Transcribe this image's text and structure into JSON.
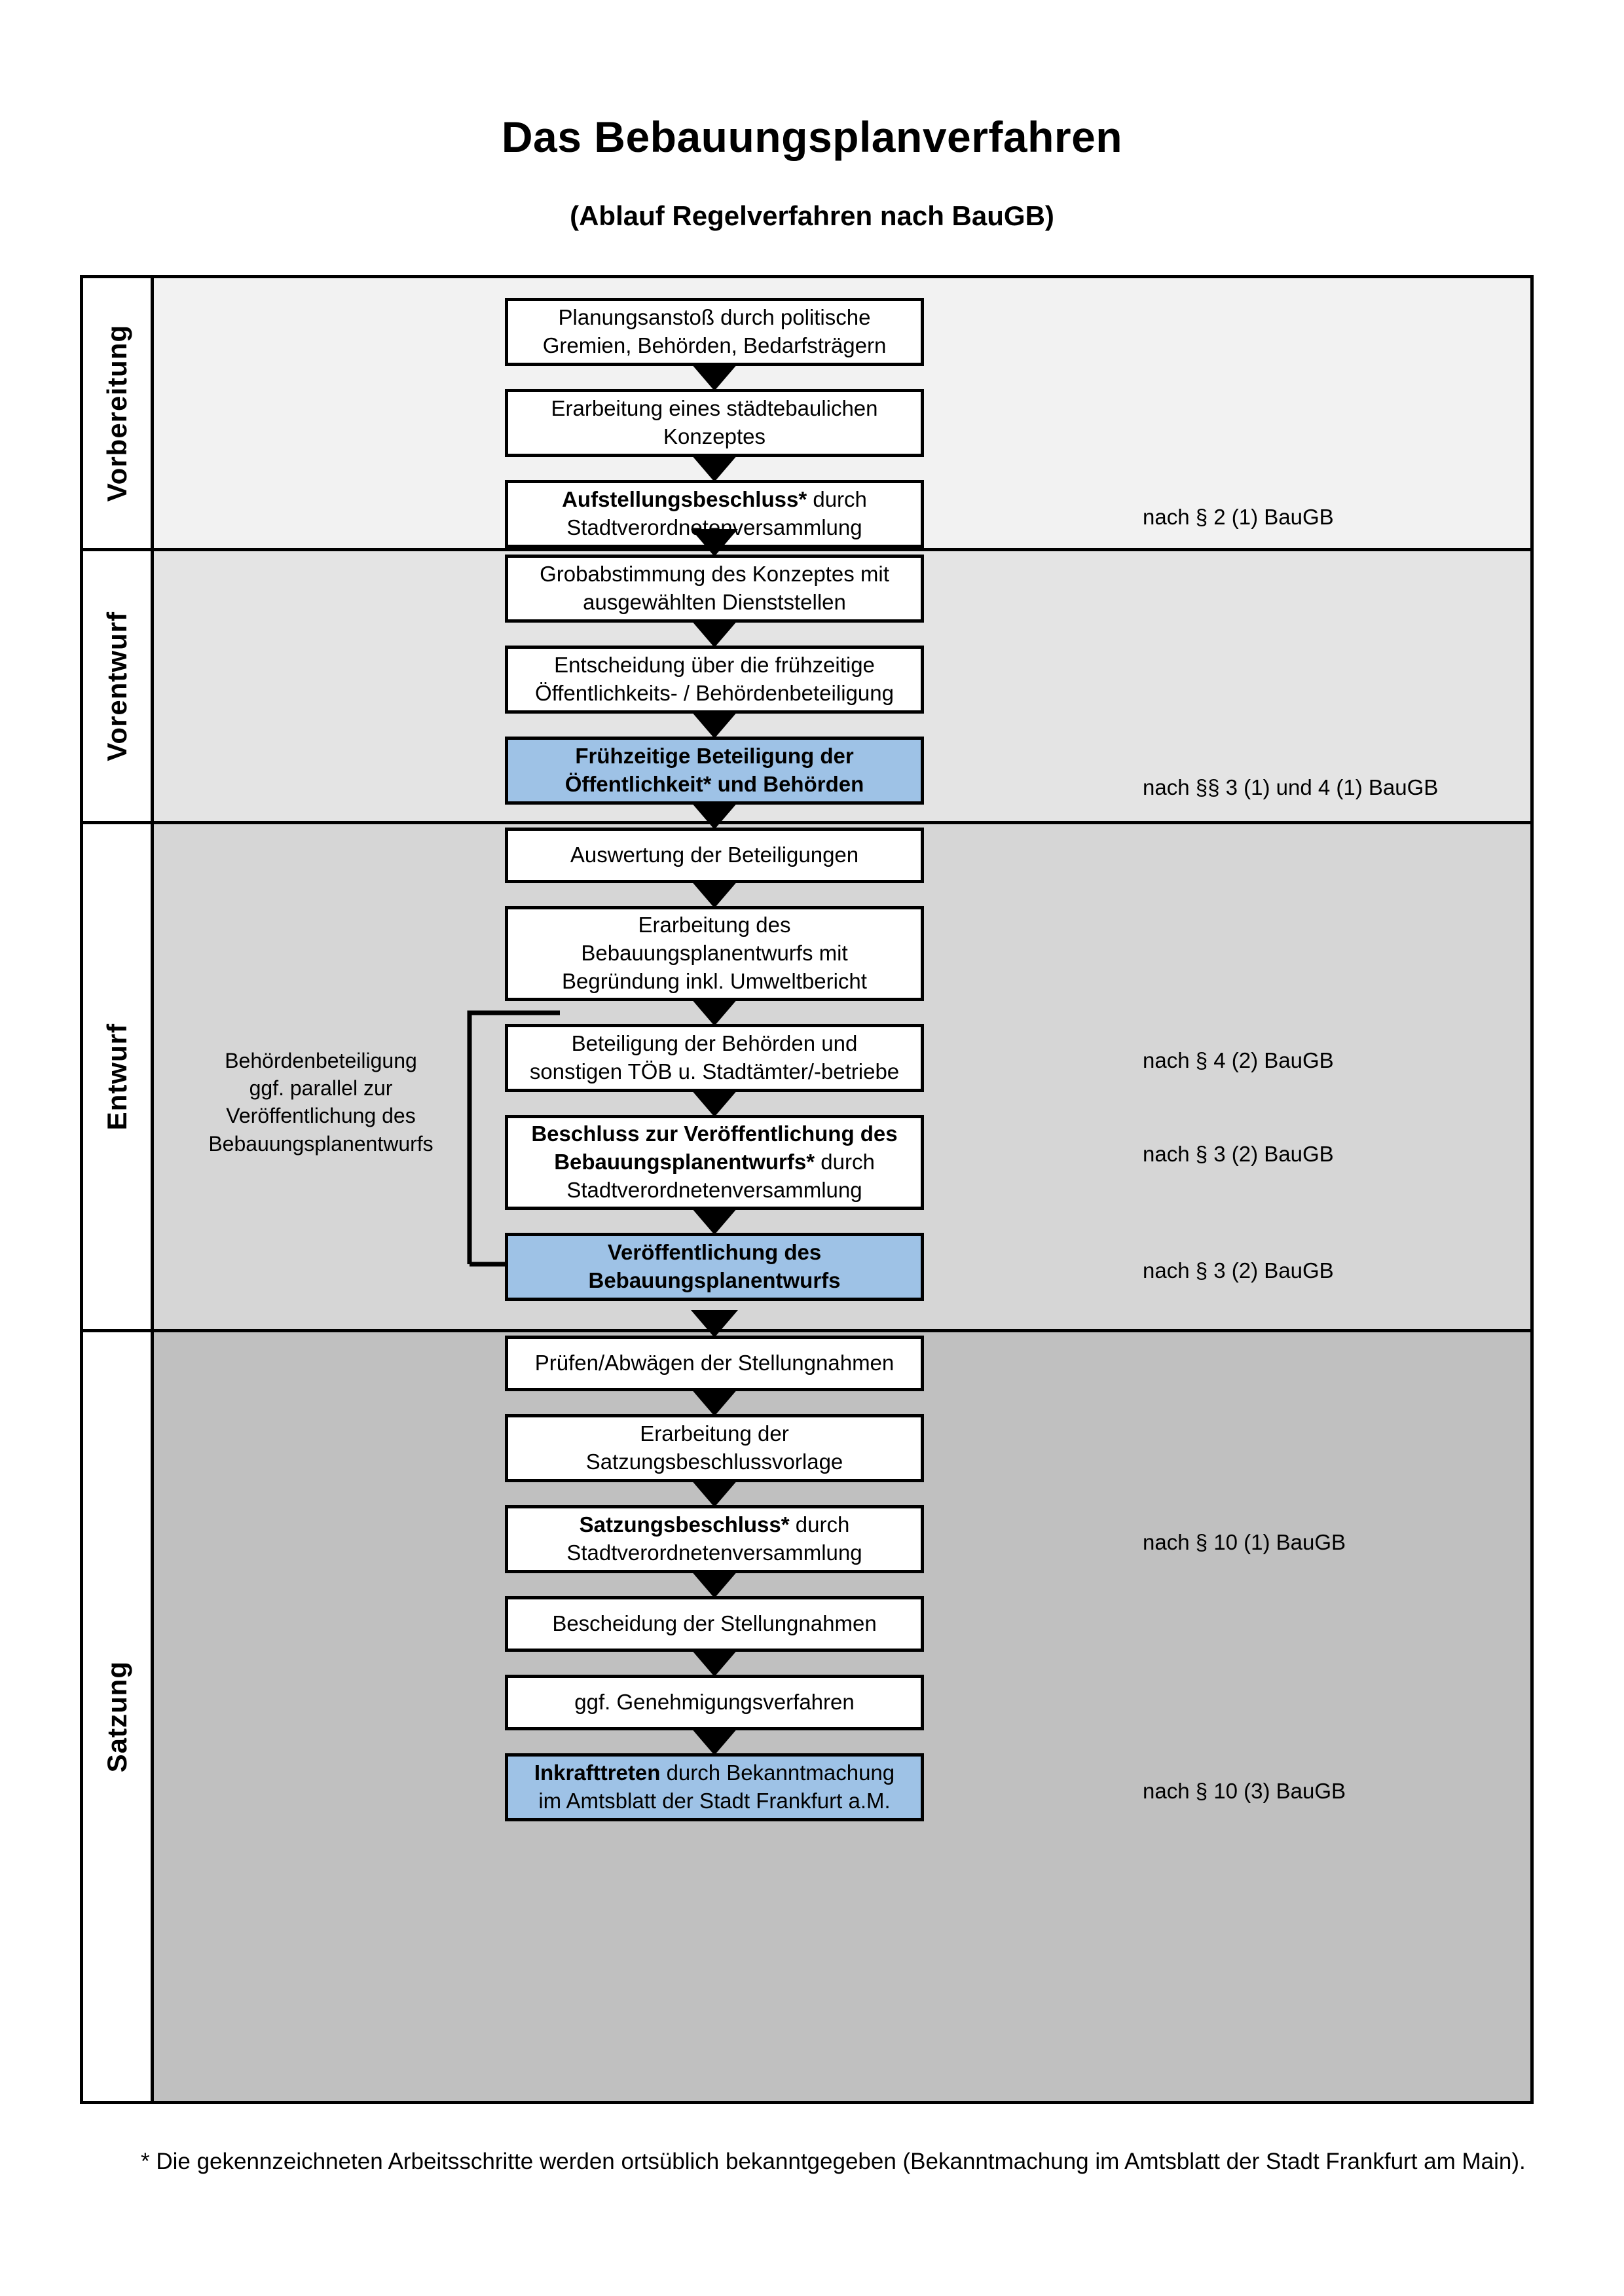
{
  "header": {
    "title": "Das Bebauungsplanverfahren",
    "subtitle": "(Ablauf Regelverfahren nach BauGB)"
  },
  "colors": {
    "highlight_box": "#9EC2E6",
    "lane_vorbereitung": "#F2F2F2",
    "lane_vorentwurf": "#E4E4E4",
    "lane_entwurf": "#D6D6D6",
    "lane_satzung": "#C0C0C0",
    "border": "#000000"
  },
  "lanes": [
    {
      "key": "vorbereitung",
      "label": "Vorbereitung"
    },
    {
      "key": "vorentwurf",
      "label": "Vorentwurf"
    },
    {
      "key": "entwurf",
      "label": "Entwurf"
    },
    {
      "key": "satzung",
      "label": "Satzung"
    }
  ],
  "steps": [
    {
      "id": "s1",
      "lane": "vorbereitung",
      "highlight": false,
      "lines": [
        {
          "text": "Planungsanstoß durch politische",
          "bold": false
        },
        {
          "text": "Gremien, Behörden, Bedarfsträgern",
          "bold": false
        }
      ]
    },
    {
      "id": "s2",
      "lane": "vorbereitung",
      "highlight": false,
      "lines": [
        {
          "text": "Erarbeitung eines städtebaulichen",
          "bold": false
        },
        {
          "text": "Konzeptes",
          "bold": false
        }
      ]
    },
    {
      "id": "s3",
      "lane": "vorbereitung",
      "highlight": false,
      "lines": [
        {
          "text": "Aufstellungsbeschluss*",
          "bold": true,
          "suffix": " durch"
        },
        {
          "text": "Stadtverordnetenversammlung",
          "bold": false
        }
      ]
    },
    {
      "id": "s4",
      "lane": "vorentwurf",
      "highlight": false,
      "lines": [
        {
          "text": "Grobabstimmung des Konzeptes mit",
          "bold": false
        },
        {
          "text": "ausgewählten Dienststellen",
          "bold": false
        }
      ]
    },
    {
      "id": "s5",
      "lane": "vorentwurf",
      "highlight": false,
      "lines": [
        {
          "text": "Entscheidung über die frühzeitige",
          "bold": false
        },
        {
          "text": "Öffentlichkeits- / Behördenbeteiligung",
          "bold": false
        }
      ]
    },
    {
      "id": "s6",
      "lane": "vorentwurf",
      "highlight": true,
      "lines": [
        {
          "text": "Frühzeitige Beteiligung der",
          "bold": true
        },
        {
          "text": "Öffentlichkeit* und Behörden",
          "bold": true
        }
      ]
    },
    {
      "id": "s7",
      "lane": "entwurf",
      "highlight": false,
      "lines": [
        {
          "text": "Auswertung der Beteiligungen",
          "bold": false
        }
      ]
    },
    {
      "id": "s8",
      "lane": "entwurf",
      "highlight": false,
      "lines": [
        {
          "text": "Erarbeitung des",
          "bold": false
        },
        {
          "text": "Bebauungsplanentwurfs mit",
          "bold": false
        },
        {
          "text": "Begründung inkl. Umweltbericht",
          "bold": false
        }
      ]
    },
    {
      "id": "s9",
      "lane": "entwurf",
      "highlight": false,
      "lines": [
        {
          "text": "Beteiligung der Behörden und",
          "bold": false
        },
        {
          "text": "sonstigen TÖB u. Stadtämter/-betriebe",
          "bold": false
        }
      ]
    },
    {
      "id": "s10",
      "lane": "entwurf",
      "highlight": false,
      "lines": [
        {
          "text": "Beschluss zur Veröffentlichung des",
          "bold": true
        },
        {
          "text": "Bebauungsplanentwurfs*",
          "bold": true,
          "suffix": " durch"
        },
        {
          "text": "Stadtverordnetenversammlung",
          "bold": false
        }
      ]
    },
    {
      "id": "s11",
      "lane": "entwurf",
      "highlight": true,
      "lines": [
        {
          "text": "Veröffentlichung des",
          "bold": true
        },
        {
          "text": "Bebauungsplanentwurfs",
          "bold": true
        }
      ]
    },
    {
      "id": "s12",
      "lane": "satzung",
      "highlight": false,
      "lines": [
        {
          "text": "Prüfen/Abwägen der Stellungnahmen",
          "bold": false
        }
      ]
    },
    {
      "id": "s13",
      "lane": "satzung",
      "highlight": false,
      "lines": [
        {
          "text": "Erarbeitung der",
          "bold": false
        },
        {
          "text": "Satzungsbeschlussvorlage",
          "bold": false
        }
      ]
    },
    {
      "id": "s14",
      "lane": "satzung",
      "highlight": false,
      "lines": [
        {
          "text": "Satzungsbeschluss*",
          "bold": true,
          "suffix": " durch"
        },
        {
          "text": "Stadtverordnetenversammlung",
          "bold": false
        }
      ]
    },
    {
      "id": "s15",
      "lane": "satzung",
      "highlight": false,
      "lines": [
        {
          "text": "Bescheidung der Stellungnahmen",
          "bold": false
        }
      ]
    },
    {
      "id": "s16",
      "lane": "satzung",
      "highlight": false,
      "lines": [
        {
          "text": "ggf. Genehmigungsverfahren",
          "bold": false
        }
      ]
    },
    {
      "id": "s17",
      "lane": "satzung",
      "highlight": true,
      "lines": [
        {
          "text": "Inkrafttreten",
          "bold": true,
          "suffix": " durch Bekanntmachung"
        },
        {
          "text": "im Amtsblatt der Stadt Frankfurt a.M.",
          "bold": false
        }
      ]
    }
  ],
  "references": [
    {
      "id": "r1",
      "text": "nach § 2 (1) BauGB"
    },
    {
      "id": "r2",
      "text": "nach §§ 3 (1) und 4 (1) BauGB"
    },
    {
      "id": "r3",
      "text": "nach § 4 (2) BauGB"
    },
    {
      "id": "r4",
      "text": "nach § 3 (2) BauGB"
    },
    {
      "id": "r5",
      "text": "nach § 3 (2) BauGB"
    },
    {
      "id": "r6",
      "text": "nach § 10 (1) BauGB"
    },
    {
      "id": "r7",
      "text": "nach § 10 (3) BauGB"
    }
  ],
  "side_note": {
    "lines": [
      "Behördenbeteiligung",
      "ggf. parallel zur",
      "Veröffentlichung des",
      "Bebauungsplanentwurfs"
    ]
  },
  "footnote": {
    "text": "* Die gekennzeichneten Arbeitsschritte werden ortsüblich bekanntgegeben (Bekanntmachung im Amtsblatt  der Stadt Frankfurt am Main)."
  }
}
